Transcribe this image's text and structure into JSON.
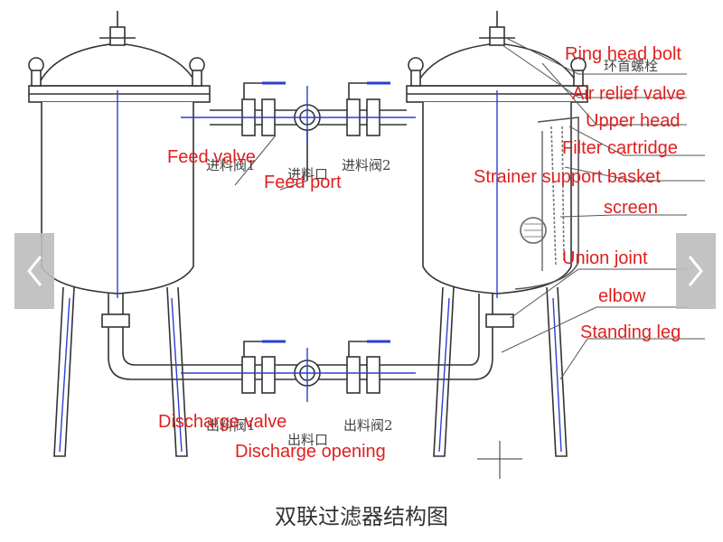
{
  "diagram": {
    "caption": "双联过滤器结构图",
    "labels_en": {
      "ring_head_bolt": "Ring head bolt",
      "air_relief_valve": "Air relief valve",
      "upper_head": "Upper head",
      "filter_cartridge": "Filter cartridge",
      "strainer_support_basket": "Strainer support basket",
      "screen": "screen",
      "union_joint": "Union joint",
      "elbow": "elbow",
      "standing_leg": "Standing leg",
      "feed_valve": "Feed valve",
      "feed_port": "Feed port",
      "discharge_valve": "Discharge valve",
      "discharge_opening": "Discharge opening"
    },
    "labels_cn": {
      "ring_head_bolt": "环首螺栓",
      "feed_valve_1": "进料阀1",
      "feed_port": "进料口",
      "feed_valve_2": "进料阀2",
      "discharge_valve_1": "出料阀1",
      "discharge_opening": "出料口",
      "discharge_valve_2": "出料阀2"
    }
  },
  "carousel": {
    "prev_icon": "chevron-left-icon",
    "next_icon": "chevron-right-icon"
  }
}
